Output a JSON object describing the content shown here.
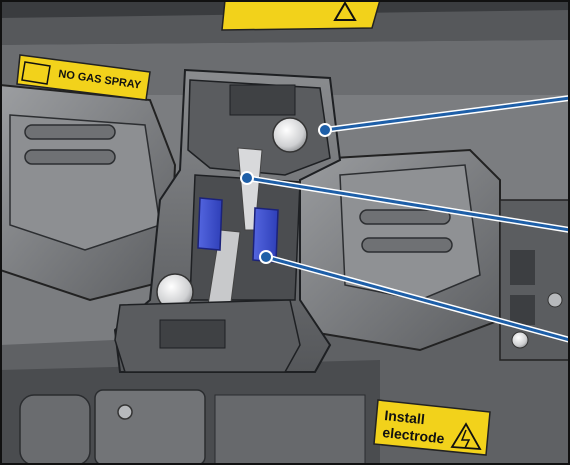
{
  "labels": {
    "no_gas_spray_line1": "NO GAS SPRAY",
    "no_gas_spray_line2": "",
    "install_line1": "Install",
    "install_line2": "electrode"
  },
  "colors": {
    "warning_yellow": "#f2d21b",
    "fiber_clamp_blue": "#3a4fd0",
    "callout_line_blue": "#1e5fa8",
    "body_grey": "#6d6f72",
    "dark_grey": "#2f3134"
  },
  "callouts": [
    {
      "target": "electrode-cover-knob"
    },
    {
      "target": "electrode-tip"
    },
    {
      "target": "v-groove-clamp"
    }
  ]
}
